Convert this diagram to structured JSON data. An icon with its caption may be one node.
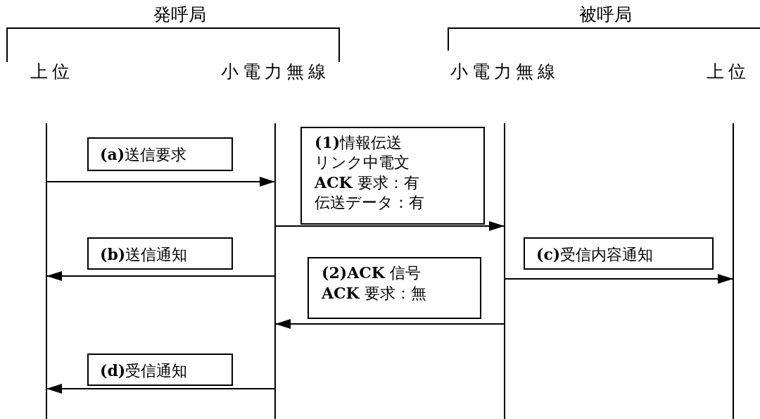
{
  "diagram": {
    "nodes": [
      {
        "text": [
          "上位"
        ]
      },
      {
        "text": [
          "小電力無線"
        ]
      },
      {
        "text": [
          "小電力無線"
        ]
      },
      {
        "text": [
          "上位"
        ]
      },
      {
        "text": [
          "**(a)**送信要求"
        ]
      },
      {
        "text": [
          "**(1)**情報伝送",
          "リンク中電文",
          "**ACK** 要求：有",
          "伝送データ：有"
        ]
      },
      {
        "text": [
          "**(b)**送信通知"
        ]
      },
      {
        "text": [
          "**(c)**受信内容通知"
        ]
      },
      {
        "text": [
          "**(2)ACK** 信号",
          "**ACK** 要求：無"
        ]
      },
      {
        "text": [
          "**(d)**受信通知"
        ]
      }
    ],
    "edges": [
      {
        "from": 0,
        "to": 1,
        "arrow": "to"
      },
      {
        "from": 1,
        "to": 2,
        "arrow": "to"
      },
      {
        "from": 1,
        "to": 0,
        "arrow": "to"
      },
      {
        "from": 2,
        "to": 3,
        "arrow": "to"
      },
      {
        "from": 2,
        "to": 1,
        "arrow": "to"
      },
      {
        "from": 1,
        "to": 0,
        "arrow": "to"
      }
    ],
    "labels": [
      "発呼局",
      "被呼局"
    ]
  }
}
